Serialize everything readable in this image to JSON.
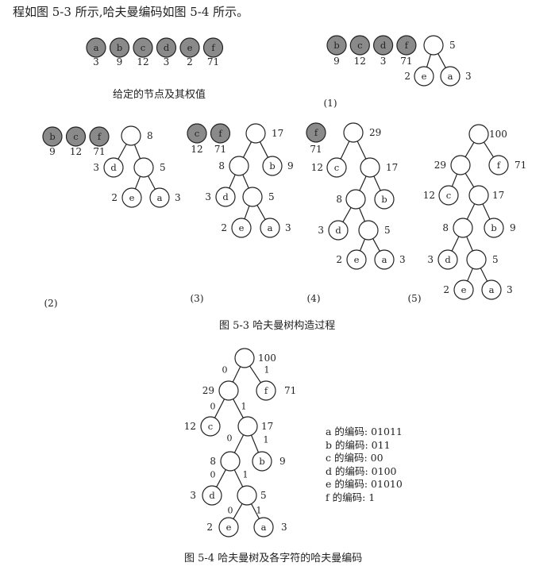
{
  "intro": "程如图 5-3 所示,哈夫曼编码如图 5-4 所示。",
  "given_caption": "给定的节点及其权值",
  "fig53_caption": "图 5-3   哈夫曼树构造过程",
  "fig54_caption": "图 5-4   哈夫曼树及各字符的哈夫曼编码",
  "codes": [
    "a 的编码: 01011",
    "b 的编码: 011",
    "c 的编码: 00",
    "d 的编码: 0100",
    "e 的编码: 01010",
    "f 的编码: 1"
  ],
  "step_labels": [
    "(1)",
    "(2)",
    "(3)",
    "(4)",
    "(5)"
  ],
  "leaves": [
    {
      "label": "a",
      "weight": "3"
    },
    {
      "label": "b",
      "weight": "9"
    },
    {
      "label": "c",
      "weight": "12"
    },
    {
      "label": "d",
      "weight": "3"
    },
    {
      "label": "e",
      "weight": "2"
    },
    {
      "label": "f",
      "weight": "71"
    }
  ],
  "internal_weights": [
    "5",
    "8",
    "17",
    "29",
    "100"
  ],
  "edge_labels": [
    "0",
    "1"
  ],
  "colors": {
    "filled_node": "#8a8a8a",
    "line": "#222222",
    "background": "#ffffff"
  }
}
